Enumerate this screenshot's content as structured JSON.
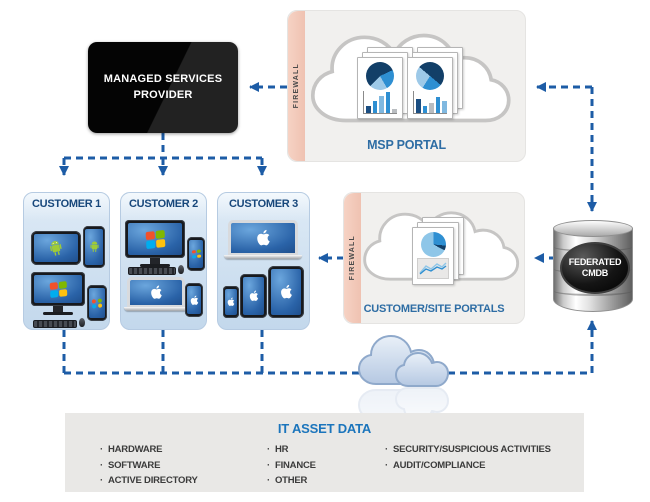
{
  "labels": {
    "firewall": "FIREWALL"
  },
  "msp_box": {
    "line1": "MANAGED SERVICES",
    "line2": "PROVIDER"
  },
  "msp_portal": {
    "label": "MSP PORTAL"
  },
  "customer_portals": {
    "label": "CUSTOMER/SITE PORTALS"
  },
  "cmdb": {
    "line1": "FEDERATED",
    "line2": "CMDB"
  },
  "customers": [
    {
      "label": "CUSTOMER 1",
      "devices": [
        "android-tablet",
        "android-phone",
        "windows-desktop",
        "windows-phone"
      ]
    },
    {
      "label": "CUSTOMER 2",
      "devices": [
        "windows-desktop",
        "windows-phone",
        "apple-laptop",
        "apple-phone"
      ]
    },
    {
      "label": "CUSTOMER 3",
      "devices": [
        "apple-laptop",
        "apple-phone",
        "apple-tablet-small",
        "apple-tablet-large"
      ]
    }
  ],
  "it_asset_data": {
    "title": "IT ASSET DATA",
    "columns": [
      [
        "HARDWARE",
        "SOFTWARE",
        "ACTIVE DIRECTORY"
      ],
      [
        "HR",
        "FINANCE",
        "OTHER"
      ],
      [
        "SECURITY/SUSPICIOUS ACTIVITIES",
        "AUDIT/COMPLIANCE"
      ]
    ]
  },
  "colors": {
    "connector_blue": "#1d5ca6",
    "firewall_pink": "#f2c8b8",
    "portal_label_blue": "#2e6da4",
    "customer_label_navy": "#17477b",
    "it_title_blue": "#1b75bc",
    "panel_gray": "#f1f0ee",
    "android_green": "#9fcb38"
  }
}
